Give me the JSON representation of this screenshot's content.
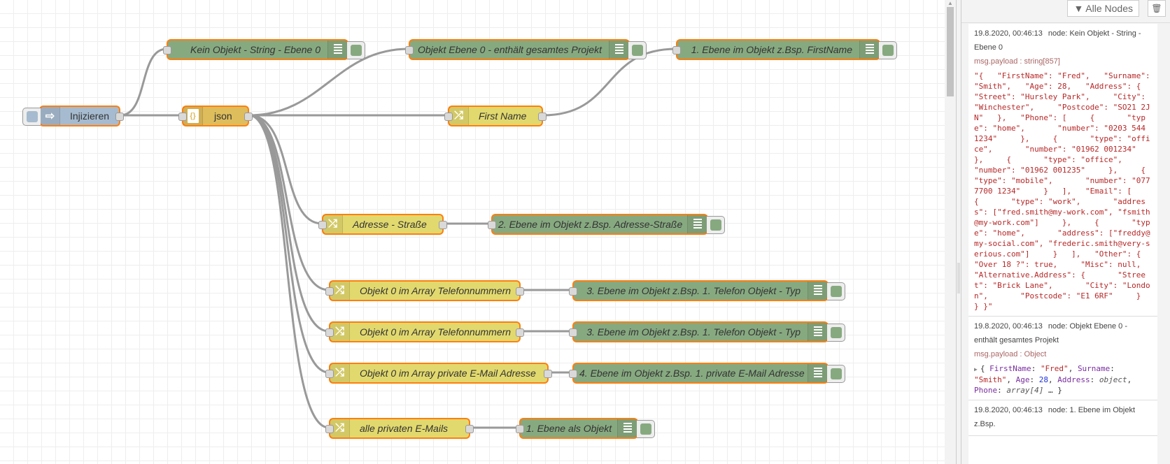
{
  "flow": {
    "inject": {
      "label": "Injizieren",
      "color": "#a6bbcf"
    },
    "json": {
      "label": "json",
      "icon": "{}",
      "color": "#debd5c"
    },
    "change_nodes": [
      {
        "label": "First Name"
      },
      {
        "label": "Adresse - Straße"
      },
      {
        "label": "Objekt 0 im Array Telefonnummern"
      },
      {
        "label": "Objekt 0 im Array Telefonnummern"
      },
      {
        "label": "Objekt 0 im Array private E-Mail Adresse"
      },
      {
        "label": "alle privaten E-Mails"
      }
    ],
    "debug_nodes": [
      {
        "label": "Kein Objekt - String - Ebene 0"
      },
      {
        "label": "Objekt Ebene 0 - enthält gesamtes Projekt"
      },
      {
        "label": "1. Ebene im Objekt z.Bsp. FirstName"
      },
      {
        "label": "2. Ebene im Objekt z.Bsp. Adresse-Straße"
      },
      {
        "label": "3. Ebene im Objekt z.Bsp. 1. Telefon Objekt - Typ"
      },
      {
        "label": "3. Ebene im Objekt z.Bsp. 1. Telefon Objekt - Typ"
      },
      {
        "label": "4. Ebene im Objekt z.Bsp. 1. private E-Mail Adresse"
      },
      {
        "label": "1. Ebene als Objekt"
      }
    ],
    "colors": {
      "debug": "#87a980",
      "change": "#e2d96e",
      "selected_border": "#ff7f0e",
      "wire": "#999999"
    }
  },
  "sidebar": {
    "filter_label": "Alle Nodes",
    "filter_icon": "filter-icon",
    "clear_icon": "trash-icon",
    "messages": [
      {
        "timestamp": "19.8.2020, 00:46:13",
        "node": "node: Kein Objekt - String - Ebene 0",
        "topic": "msg.payload : string[857]",
        "body": "\"{   \"FirstName\": \"Fred\",   \"Surname\": \"Smith\",   \"Age\": 28,   \"Address\": {     \"Street\": \"Hursley Park\",     \"City\": \"Winchester\",     \"Postcode\": \"SO21 2JN\"   },   \"Phone\": [     {       \"type\": \"home\",       \"number\": \"0203 544 1234\"     },     {       \"type\": \"office\",       \"number\": \"01962 001234\"     },     {       \"type\": \"office\",       \"number\": \"01962 001235\"     },     {       \"type\": \"mobile\",       \"number\": \"077 7700 1234\"     }   ],   \"Email\": [     {       \"type\": \"work\",       \"address\": [\"fred.smith@my-work.com\", \"fsmith@my-work.com\"]     },     {       \"type\": \"home\",       \"address\": [\"freddy@my-social.com\", \"frederic.smith@very-serious.com\"]     }   ],   \"Other\": {     \"Over 18 ?\": true,     \"Misc\": null,     \"Alternative.Address\": {       \"Street\": \"Brick Lane\",       \"City\": \"London\",       \"Postcode\": \"E1 6RF\"     }   } }\""
      },
      {
        "timestamp": "19.8.2020, 00:46:13",
        "node": "node: Objekt Ebene 0 - enthält gesamtes Projekt",
        "topic": "msg.payload : Object",
        "object_preview": {
          "k1": "FirstName",
          "v1": "\"Fred\"",
          "k2": "Surname",
          "v2": "\"Smith\"",
          "k3": "Age",
          "v3": "28",
          "k4": "Address",
          "v4": "object",
          "k5": "Phone",
          "v5": "array[4]",
          "ellipsis": "… }"
        }
      },
      {
        "timestamp": "19.8.2020, 00:46:13",
        "node": "node: 1. Ebene im Objekt z.Bsp."
      }
    ]
  }
}
